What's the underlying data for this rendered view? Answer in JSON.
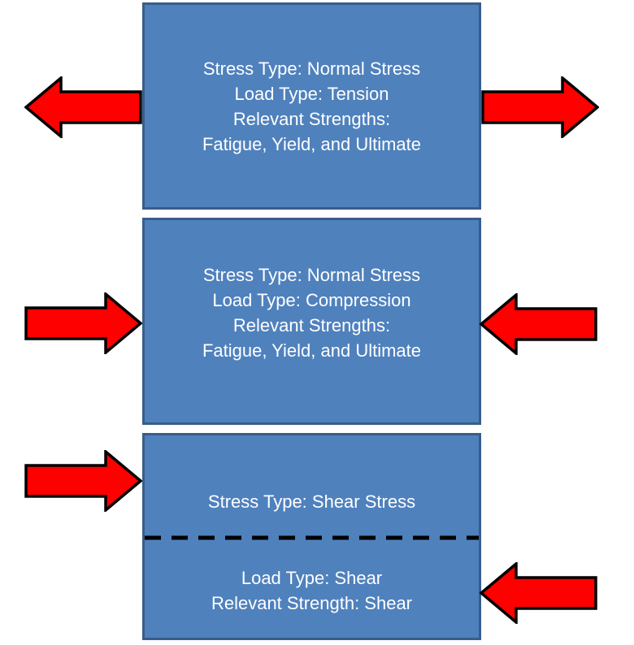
{
  "colors": {
    "background": "#FFFFFF",
    "box_fill": "#4F81BD",
    "box_border": "#385D8A",
    "arrow_fill": "#FF0000",
    "arrow_outline": "#000000",
    "text": "#FFFFFF",
    "divider": "#000000"
  },
  "boxes": {
    "tension": {
      "lines": [
        "Stress Type: Normal Stress",
        "Load Type: Tension",
        "Relevant Strengths:",
        "Fatigue, Yield, and Ultimate"
      ],
      "left_arrow_direction": "left",
      "right_arrow_direction": "right"
    },
    "compression": {
      "lines": [
        "Stress Type: Normal Stress",
        "Load Type: Compression",
        "Relevant Strengths:",
        "Fatigue, Yield, and Ultimate"
      ],
      "left_arrow_direction": "right",
      "right_arrow_direction": "left"
    },
    "shear": {
      "top_line": "Stress Type: Shear Stress",
      "bottom_lines": [
        "Load Type: Shear",
        "Relevant Strength: Shear"
      ],
      "left_arrow_direction": "right",
      "right_arrow_direction": "left"
    }
  }
}
